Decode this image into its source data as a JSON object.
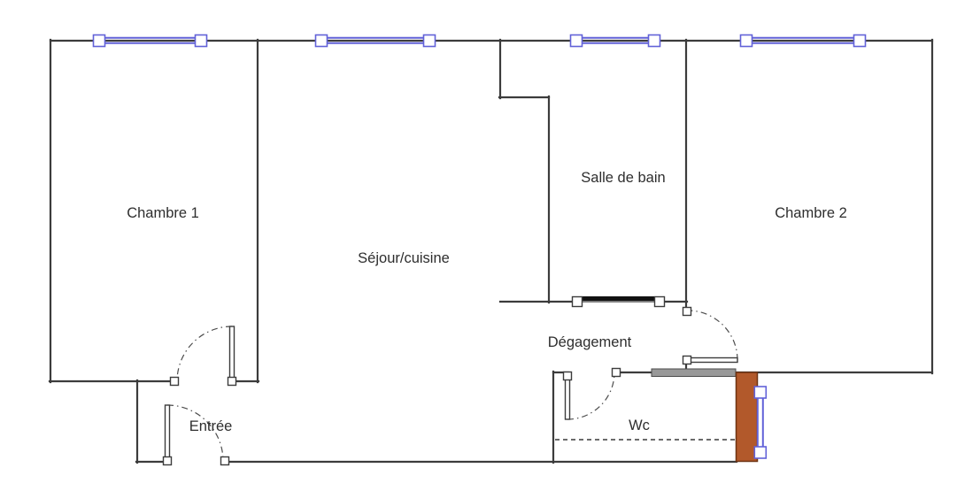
{
  "plan": {
    "type": "apartment-floor-plan"
  },
  "rooms": {
    "chambre1": {
      "label": "Chambre 1"
    },
    "sejour": {
      "label": "Séjour/cuisine"
    },
    "salle_de_bain": {
      "label": "Salle de bain"
    },
    "chambre2": {
      "label": "Chambre 2"
    },
    "degagement": {
      "label": "Dégagement"
    },
    "entree": {
      "label": "Entrée"
    },
    "wc": {
      "label": "Wc"
    }
  },
  "colors": {
    "wall": "#3c3c3c",
    "window_blue": "#6262d8",
    "door_brown": "#b2592b",
    "gray_wall": "#999999"
  }
}
